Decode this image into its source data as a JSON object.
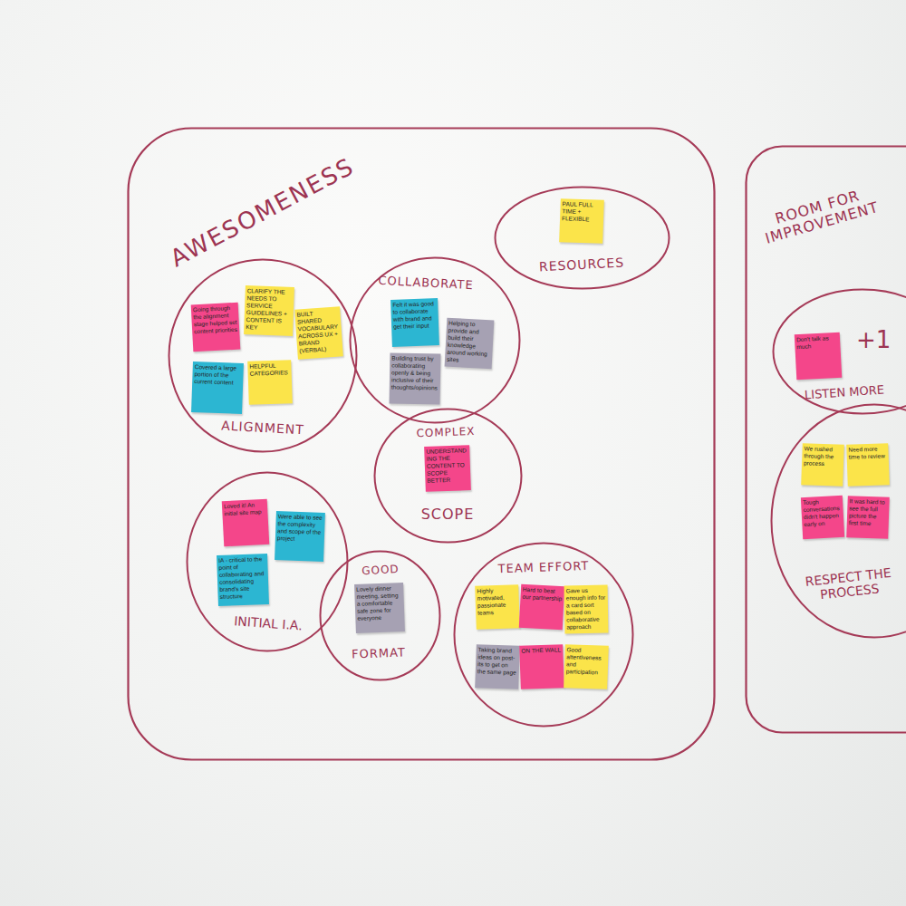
{
  "diagram": {
    "nodes": [
      {
        "text": [
          "AWESOMENESS"
        ]
      },
      {
        "text": [
          "ALIGNMENT"
        ],
        "in": 0
      },
      {
        "text": [
          "Going through the alignment stage helped set content priorities"
        ],
        "in": 1
      },
      {
        "text": [
          "CLARIFY THE NEEDS TO SERVICE GUIDELINES + CONTENT IS KEY"
        ],
        "in": 1
      },
      {
        "text": [
          "BUILT SHARED VOCABULARY ACROSS UX + BRAND (VERBAL)"
        ],
        "in": 1
      },
      {
        "text": [
          "Covered a large portion of the current content"
        ],
        "in": 1
      },
      {
        "text": [
          "HELPFUL CATEGORIES"
        ],
        "in": 1
      },
      {
        "text": [
          "COLLABORATE"
        ],
        "in": 0
      },
      {
        "text": [
          "Felt it was good to collaborate with brand and get their input"
        ],
        "in": 7
      },
      {
        "text": [
          "Building trust by collaborating openly & being inclusive of their thoughts/opinions"
        ],
        "in": 7
      },
      {
        "text": [
          "Helping to provide and build their knowledge around working sites"
        ],
        "in": 7
      },
      {
        "text": [
          "RESOURCES"
        ],
        "in": 0
      },
      {
        "text": [
          "PAUL FULL TIME + FLEXIBLE"
        ],
        "in": 11
      },
      {
        "text": [
          "COMPLEX",
          "SCOPE"
        ],
        "in": 0
      },
      {
        "text": [
          "UNDERSTANDING THE CONTENT TO SCOPE BETTER"
        ],
        "in": 13
      },
      {
        "text": [
          "INITIAL I.A."
        ],
        "in": 0
      },
      {
        "text": [
          "Loved it! An initial site map"
        ],
        "in": 15
      },
      {
        "text": [
          "Were able to see the complexity and scope of the project"
        ],
        "in": 15
      },
      {
        "text": [
          "IA - critical to the point of collaborating and consolidating brand's site structure"
        ],
        "in": 15
      },
      {
        "text": [
          "GOOD",
          "FORMAT"
        ],
        "in": 0
      },
      {
        "text": [
          "Lovely dinner meeting, setting a comfortable safe zone for everyone"
        ],
        "in": 19
      },
      {
        "text": [
          "TEAM EFFORT"
        ],
        "in": 0
      },
      {
        "text": [
          "Highly motivated, passionate teams"
        ],
        "in": 21
      },
      {
        "text": [
          "Hard to beat our partnership"
        ],
        "in": 21
      },
      {
        "text": [
          "Gave us enough info for a card sort based on collaborative approach"
        ],
        "in": 21
      },
      {
        "text": [
          "Taking brand ideas on post-its to get on the same page"
        ],
        "in": 21
      },
      {
        "text": [
          "ON THE WALL"
        ],
        "in": 21
      },
      {
        "text": [
          "Good attentiveness and participation"
        ],
        "in": 21
      },
      {
        "text": [
          "ROOM FOR IMPROVEMENT"
        ]
      },
      {
        "text": [
          "LISTEN MORE"
        ],
        "in": 28
      },
      {
        "text": [
          "Don't talk as much"
        ],
        "in": 29
      },
      {
        "text": [
          "RESPECT THE PROCESS"
        ],
        "in": 28
      },
      {
        "text": [
          "We rushed through the process"
        ],
        "in": 31
      },
      {
        "text": [
          "Need more time to review"
        ],
        "in": 31
      },
      {
        "text": [
          "Tough conversations didn't happen early on"
        ],
        "in": 31
      },
      {
        "text": [
          "It was hard to see the full picture the first time"
        ],
        "in": 31
      }
    ],
    "labels": [
      "+1"
    ]
  }
}
